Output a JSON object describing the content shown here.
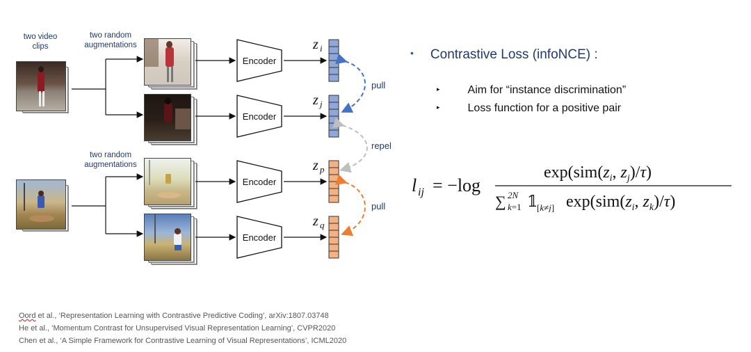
{
  "diagram": {
    "clips_label": [
      "two video",
      "clips"
    ],
    "aug_label_top": [
      "two random",
      "augmentations"
    ],
    "aug_label_bottom": [
      "two random",
      "augmentations"
    ],
    "encoder_label": "Encoder",
    "z_labels": [
      "i",
      "j",
      "p",
      "q"
    ],
    "pull_label": "pull",
    "repel_label": "repel",
    "colors": {
      "blue_embedding": "#8fa8d8",
      "orange_embedding": "#f4b183",
      "pull_blue": "#4472c4",
      "pull_orange": "#ed7d31",
      "repel": "#bfbfbf"
    }
  },
  "right": {
    "heading": "Contrastive Loss (infoNCE) :",
    "bullets": [
      "Aim for “instance discrimination”",
      "Loss function for a positive pair"
    ]
  },
  "references": [
    {
      "lead": "Oord",
      "rest": " et al., ‘Representation Learning with Contrastive Predictive Coding’, arXiv:1807.03748"
    },
    {
      "lead": "",
      "rest": "He et al., ‘Momentum Contrast for Unsupervised Visual Representation Learning’, CVPR2020"
    },
    {
      "lead": "",
      "rest": "Chen et al., ‘A Simple Framework for Contrastive Learning of Visual Representations’, ICML2020"
    }
  ]
}
